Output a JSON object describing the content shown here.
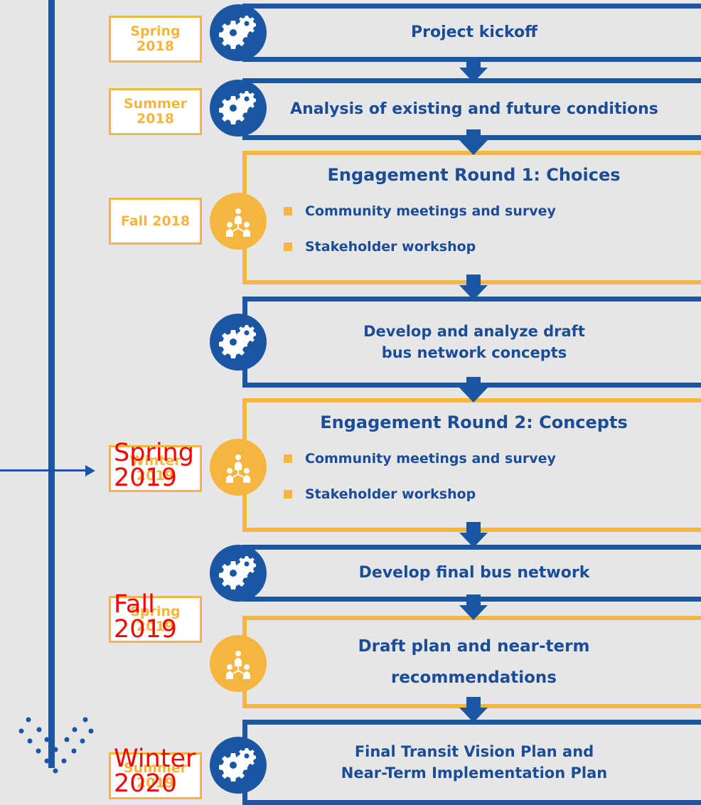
{
  "timeline": {
    "dates": [
      "Spring 2018",
      "Summer 2018",
      "Fall 2018",
      "Winter 2019",
      "Spring 2019",
      "Summer 2019"
    ],
    "overlay_labels": [
      "Spring 2019",
      "Fall 2019",
      "Winter 2020"
    ]
  },
  "steps": [
    {
      "text": "Project kickoff",
      "icon": "gears-icon"
    },
    {
      "text": "Analysis of existing and future conditions",
      "icon": "gears-icon"
    },
    {
      "title": "Engagement Round 1: Choices",
      "items": [
        "Community meetings and survey",
        "Stakeholder workshop"
      ],
      "icon": "people-network-icon"
    },
    {
      "text": "Develop and analyze draft\nbus network concepts",
      "icon": "gears-icon"
    },
    {
      "title": "Engagement Round 2: Concepts",
      "items": [
        "Community meetings and survey",
        "Stakeholder workshop"
      ],
      "icon": "people-network-icon"
    },
    {
      "text": "Develop final bus network",
      "icon": "gears-icon"
    },
    {
      "text": "Draft plan and near-term\nrecommendations",
      "icon": "people-network-icon"
    },
    {
      "text": "Final Transit Vision Plan and\nNear-Term Implementation Plan",
      "icon": "gears-icon"
    }
  ],
  "colors": {
    "blue": "#1b56a3",
    "yellow": "#f5b53f",
    "red": "#ff0000",
    "background": "#e6e6e6"
  }
}
